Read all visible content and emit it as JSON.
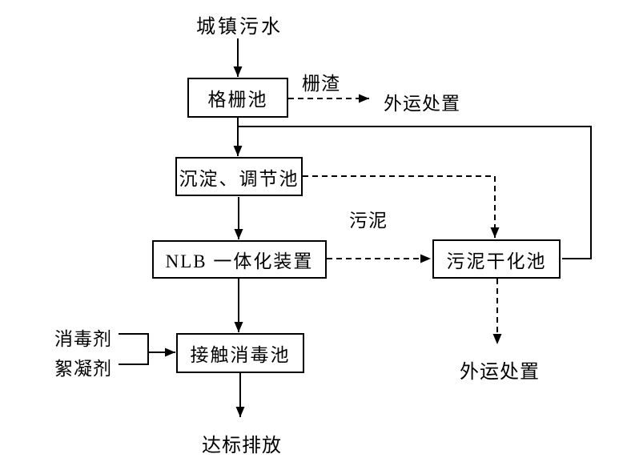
{
  "flow": {
    "nodes": [
      {
        "id": "grid-pool",
        "label": "格栅池"
      },
      {
        "id": "sedimentation-regulation-pool",
        "label": "沉淀、调节池"
      },
      {
        "id": "nlb-integrated-unit",
        "label": "NLB 一体化装置"
      },
      {
        "id": "sludge-drying-pool",
        "label": "污泥干化池"
      },
      {
        "id": "contact-disinfection-pool",
        "label": "接触消毒池"
      }
    ],
    "labels": {
      "urban_sewage": "城镇污水",
      "grid_residue": "栅渣",
      "outbound_disposal_top": "外运处置",
      "sludge": "污泥",
      "disinfectant": "消毒剂",
      "flocculant": "絮凝剂",
      "outbound_disposal_bottom": "外运处置",
      "discharge": "达标排放"
    },
    "colors": {
      "line": "#000000",
      "text": "#000000",
      "background": "#ffffff",
      "box_fill": "#ffffff"
    }
  }
}
